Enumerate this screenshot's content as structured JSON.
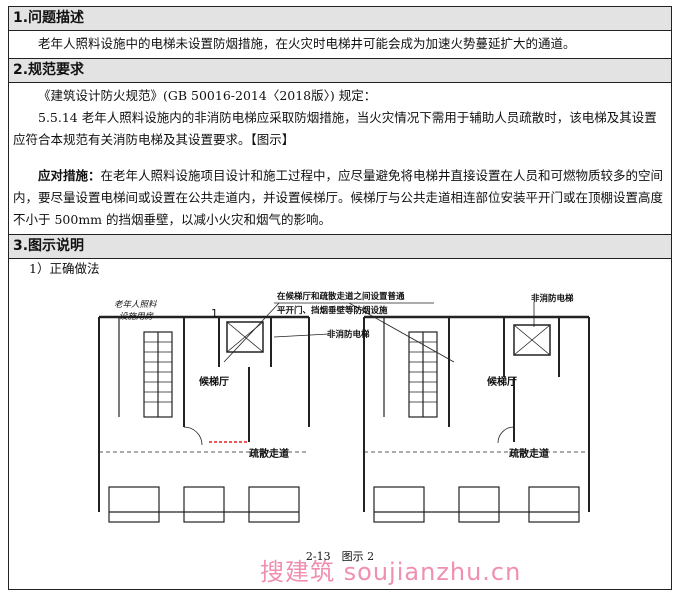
{
  "sections": {
    "s1": {
      "title": "1.问题描述",
      "text": "老年人照料设施中的电梯未设置防烟措施，在火灾时电梯井可能会成为加速火势蔓延扩大的通道。"
    },
    "s2": {
      "title": "2.规范要求",
      "line1": "《建筑设计防火规范》(GB 50016-2014〈2018版〉) 规定：",
      "line2": "5.5.14 老年人照料设施内的非消防电梯应采取防烟措施，当火灾情况下需用于辅助人员疏散时，该电梯及其设置应符合本规范有关消防电梯及其设置要求。【图示】",
      "measure_label": "应对措施：",
      "measure_text": "在老年人照料设施项目设计和施工过程中，应尽量避免将电梯井直接设置在人员和可燃物质较多的空间内，要尽量设置电梯间或设置在公共走道内，并设置候梯厅。候梯厅与公共走道相连部位安装平开门或在顶棚设置高度不小于 500mm 的挡烟垂壁，以减小火灾和烟气的影响。"
    },
    "s3": {
      "title": "3.图示说明",
      "subtitle": "1）正确做法"
    }
  },
  "figure": {
    "left_room_label_1": "老年人照料",
    "left_room_label_2": "设施用房",
    "left_mark": "1",
    "note_1": "在候梯厅和疏散走道之间设置普通",
    "note_2": "平开门、挡烟垂壁等防烟设施",
    "left_elevator_label": "非消防电梯",
    "right_elevator_label": "非消防电梯",
    "left_lobby": "候梯厅",
    "right_lobby": "候梯厅",
    "left_corridor": "疏散走道",
    "right_corridor": "疏散走道",
    "caption": "2-13　图示 2"
  },
  "watermark": "搜建筑 soujianzhu.cn"
}
